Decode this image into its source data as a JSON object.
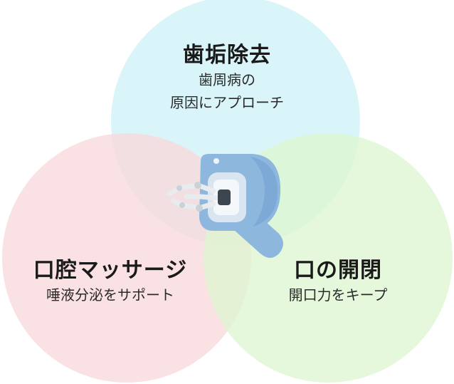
{
  "circles": [
    {
      "key": "top",
      "title": "歯垢除去",
      "lines": [
        "歯周病の",
        "原因にアプローチ"
      ],
      "color": "#cdf2f8"
    },
    {
      "key": "left",
      "title": "口腔マッサージ",
      "lines": [
        "唾液分泌をサポート"
      ],
      "color": "#f8d7d9"
    },
    {
      "key": "right",
      "title": "口の開閉",
      "lines": [
        "開口力をキープ"
      ],
      "color": "#dcf5cf"
    }
  ],
  "device": {
    "icon": "oral-care-device-icon",
    "body_color": "#8eb7de",
    "shade_color": "#6f9fcf",
    "head_color": "#d9e6f2",
    "claw_color": "#e8ecef"
  }
}
